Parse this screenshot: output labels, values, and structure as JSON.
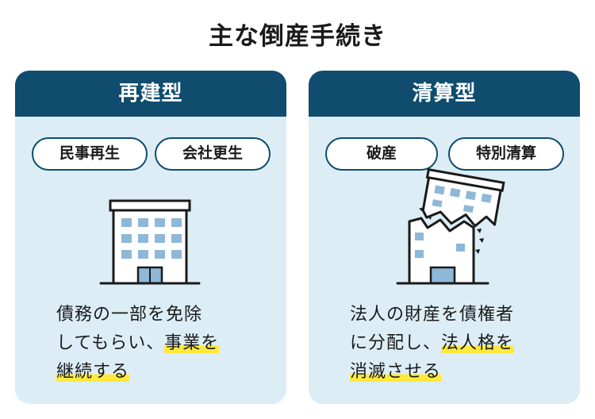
{
  "title": "主な倒産手続き",
  "colors": {
    "header": "#0f4c6e",
    "card_bg": "#dcedf6",
    "highlight": "#ffe93c"
  },
  "cards": [
    {
      "header": "再建型",
      "pills": [
        "民事再生",
        "会社更生"
      ],
      "icon": "intact-building-icon",
      "desc_lines": [
        {
          "plain": "債務の一部を免除",
          "hl": ""
        },
        {
          "plain": "してもらい、",
          "hl": "事業を"
        },
        {
          "plain": "",
          "hl": "継続する"
        }
      ]
    },
    {
      "header": "清算型",
      "pills": [
        "破産",
        "特別清算"
      ],
      "icon": "collapsing-building-icon",
      "desc_lines": [
        {
          "plain": "法人の財産を債権者",
          "hl": ""
        },
        {
          "plain": "に分配し、",
          "hl": "法人格を"
        },
        {
          "plain": "",
          "hl": "消滅させる"
        }
      ]
    }
  ]
}
